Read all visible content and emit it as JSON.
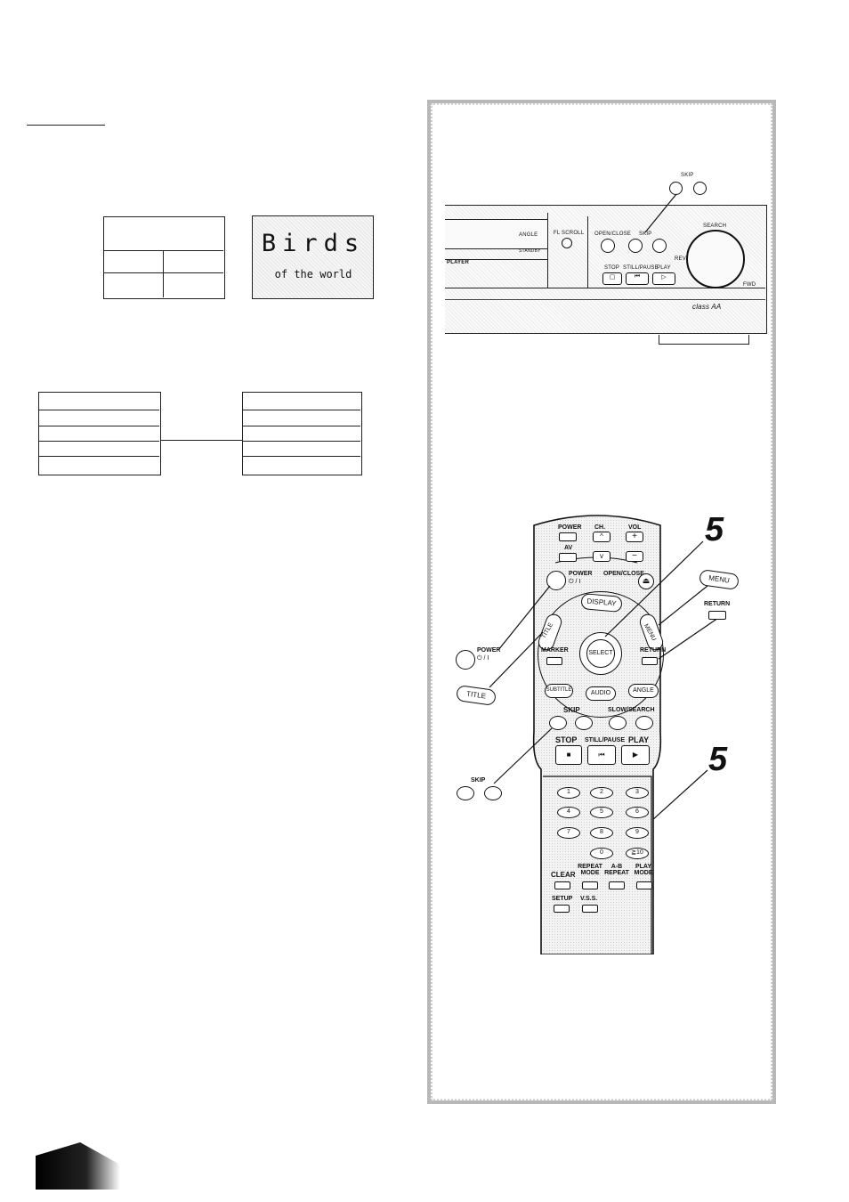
{
  "birds_screen": {
    "title": "Birds",
    "subtitle": "of the world"
  },
  "player_panel": {
    "skip_top": "SKIP",
    "angle": "ANGLE",
    "standby": "STANDBY",
    "player": "PLAYER",
    "fl_scroll": "FL SCROLL",
    "open_close": "OPEN/CLOSE",
    "skip": "SKIP",
    "search": "SEARCH",
    "rev": "REV",
    "fwd": "FWD",
    "stop": "STOP",
    "still_pause": "STILL/PAUSE",
    "play": "PLAY",
    "class_aa": "class AA"
  },
  "remote": {
    "power_tv": "POWER",
    "ch": "CH.",
    "vol": "VOL",
    "av": "AV",
    "power": "POWER",
    "power_symbol": "⏻ / I",
    "open_close": "OPEN/CLOSE",
    "display": "DISPLAY",
    "title": "TITLE",
    "menu": "MENU",
    "select": "SELECT",
    "marker": "MARKER",
    "return": "RETURN",
    "subtitle": "SUBTITLE",
    "audio": "AUDIO",
    "angle": "ANGLE",
    "skip": "SKIP",
    "slow_search": "SLOW/SEARCH",
    "stop": "STOP",
    "still_pause": "STILL/PAUSE",
    "play": "PLAY",
    "numbers": [
      "1",
      "2",
      "3",
      "4",
      "5",
      "6",
      "7",
      "8",
      "9",
      "0",
      "≧10"
    ],
    "clear": "CLEAR",
    "repeat_mode": "REPEAT MODE",
    "ab_repeat": "A-B REPEAT",
    "play_mode": "PLAY MODE",
    "setup": "SETUP",
    "vss": "V.S.S."
  },
  "callouts": {
    "power": "POWER",
    "power_symbol": "⏻ / I",
    "title": "TITLE",
    "menu": "MENU",
    "return": "RETURN",
    "skip": "SKIP",
    "step_upper": "5",
    "step_lower": "5"
  }
}
